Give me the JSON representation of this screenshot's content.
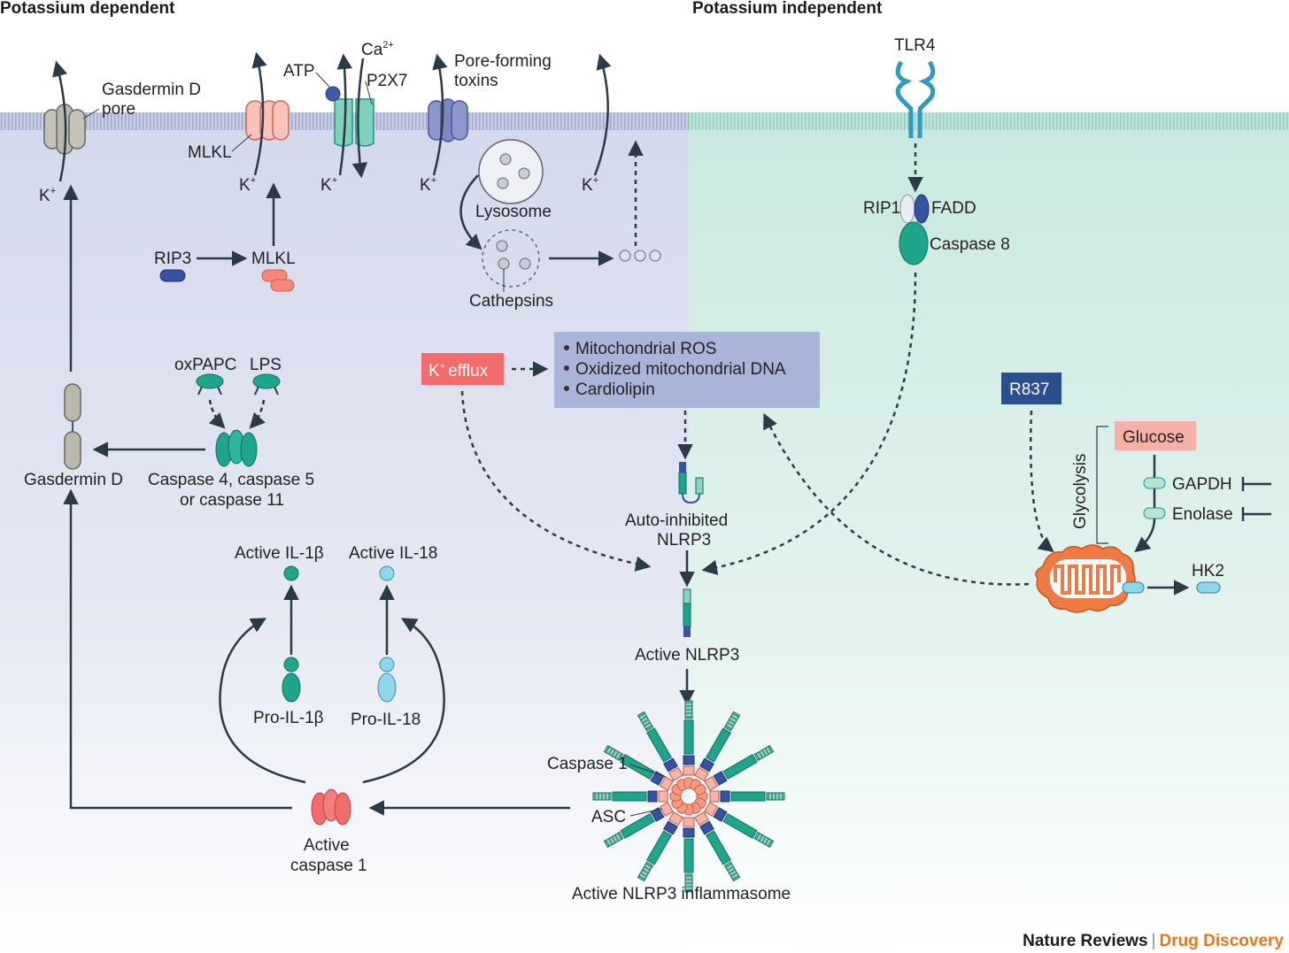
{
  "headers": {
    "left": "Potassium dependent",
    "right": "Potassium independent"
  },
  "membrane": {
    "gasdermin_pore": [
      "Gasdermin D",
      "pore"
    ],
    "mlkl": "MLKL",
    "atp": "ATP",
    "ca": "Ca",
    "ca_sup": "2+",
    "p2x7": "P2X7",
    "toxins": [
      "Pore-forming",
      "toxins"
    ],
    "k": "K",
    "k_sup": "+",
    "tlr4": "TLR4"
  },
  "labels": {
    "lysosome": "Lysosome",
    "cathepsins": "Cathepsins",
    "rip3": "RIP3",
    "mlkl2": "MLKL",
    "oxpapc": "oxPAPC",
    "lps": "LPS",
    "caspase_4": [
      "Caspase 4, caspase 5",
      "or caspase 11"
    ],
    "gasdermin_d": "Gasdermin D",
    "k_efflux": "efflux",
    "mito_list": [
      "Mitochondrial ROS",
      "Oxidized mitochondrial DNA",
      "Cardiolipin"
    ],
    "auto_nlrp3": [
      "Auto-inhibited",
      "NLRP3"
    ],
    "active_nlrp3": "Active NLRP3",
    "inflammasome": "Active NLRP3 inflammasome",
    "caspase1_lbl": "Caspase 1",
    "asc": "ASC",
    "active_casp1": [
      "Active",
      "caspase 1"
    ],
    "active_il1b": "Active IL-1β",
    "active_il18": "Active IL-18",
    "pro_il1b": "Pro-IL-1β",
    "pro_il18": "Pro-IL-18",
    "rip1": "RIP1",
    "fadd": "FADD",
    "caspase8": "Caspase 8",
    "r837": "R837",
    "glucose": "Glucose",
    "glycolysis": "Glycolysis",
    "gapdh": "GAPDH",
    "enolase": "Enolase",
    "hk2": "HK2"
  },
  "footer": {
    "journal": "Nature Reviews",
    "sep": "|",
    "section": "Drug Discovery"
  },
  "colors": {
    "left_bg": "#d7dcee",
    "right_bg": "#cfeae4",
    "arrow": "#2b3a44",
    "teal": "#1ea58b",
    "salmon": "#f46b6b",
    "blue_box": "#a9b4d9",
    "r837": "#2b4f8c",
    "orange": "#e8761a"
  }
}
